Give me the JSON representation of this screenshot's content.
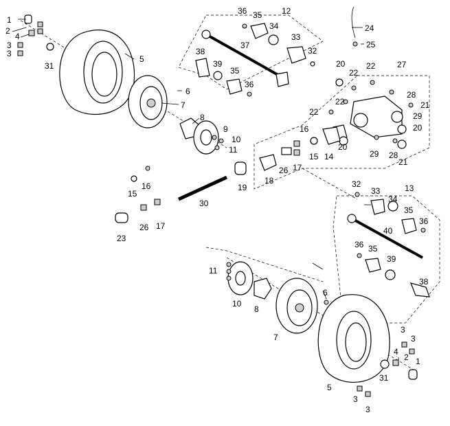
{
  "callouts": [
    {
      "id": "c1a",
      "text": "1"
    },
    {
      "id": "c2a",
      "text": "2"
    },
    {
      "id": "c3a",
      "text": "3"
    },
    {
      "id": "c3b",
      "text": "3"
    },
    {
      "id": "c4a",
      "text": "4"
    },
    {
      "id": "c31a",
      "text": "31"
    },
    {
      "id": "c5a",
      "text": "5"
    },
    {
      "id": "c6a",
      "text": "6"
    },
    {
      "id": "c7a",
      "text": "7"
    },
    {
      "id": "c8a",
      "text": "8"
    },
    {
      "id": "c9a",
      "text": "9"
    },
    {
      "id": "c10a",
      "text": "10"
    },
    {
      "id": "c11a",
      "text": "11"
    },
    {
      "id": "c12",
      "text": "12"
    },
    {
      "id": "c36a",
      "text": "36"
    },
    {
      "id": "c35a",
      "text": "35"
    },
    {
      "id": "c34a",
      "text": "34"
    },
    {
      "id": "c33a",
      "text": "33"
    },
    {
      "id": "c32a",
      "text": "32"
    },
    {
      "id": "c37",
      "text": "37"
    },
    {
      "id": "c38a",
      "text": "38"
    },
    {
      "id": "c39a",
      "text": "39"
    },
    {
      "id": "c35b",
      "text": "35"
    },
    {
      "id": "c36b",
      "text": "36"
    },
    {
      "id": "c24",
      "text": "24"
    },
    {
      "id": "c25",
      "text": "25"
    },
    {
      "id": "c27",
      "text": "27"
    },
    {
      "id": "c20a",
      "text": "20"
    },
    {
      "id": "c22a",
      "text": "22"
    },
    {
      "id": "c22b",
      "text": "22"
    },
    {
      "id": "c28a",
      "text": "28"
    },
    {
      "id": "c21a",
      "text": "21"
    },
    {
      "id": "c22c",
      "text": "22"
    },
    {
      "id": "c22d",
      "text": "22"
    },
    {
      "id": "c29a",
      "text": "29"
    },
    {
      "id": "c20b",
      "text": "20"
    },
    {
      "id": "c16a",
      "text": "16"
    },
    {
      "id": "c20c",
      "text": "20"
    },
    {
      "id": "c29b",
      "text": "29"
    },
    {
      "id": "c28b",
      "text": "28"
    },
    {
      "id": "c21b",
      "text": "21"
    },
    {
      "id": "c26a",
      "text": "26"
    },
    {
      "id": "c15a",
      "text": "15"
    },
    {
      "id": "c14",
      "text": "14"
    },
    {
      "id": "c17a",
      "text": "17"
    },
    {
      "id": "c18",
      "text": "18"
    },
    {
      "id": "c19",
      "text": "19"
    },
    {
      "id": "c30",
      "text": "30"
    },
    {
      "id": "c15b",
      "text": "15"
    },
    {
      "id": "c16b",
      "text": "16"
    },
    {
      "id": "c26b",
      "text": "26"
    },
    {
      "id": "c17b",
      "text": "17"
    },
    {
      "id": "c23",
      "text": "23"
    },
    {
      "id": "c32b",
      "text": "32"
    },
    {
      "id": "c13",
      "text": "13"
    },
    {
      "id": "c33b",
      "text": "33"
    },
    {
      "id": "c34b",
      "text": "34"
    },
    {
      "id": "c35c",
      "text": "35"
    },
    {
      "id": "c36c",
      "text": "36"
    },
    {
      "id": "c40",
      "text": "40"
    },
    {
      "id": "c36d",
      "text": "36"
    },
    {
      "id": "c35d",
      "text": "35"
    },
    {
      "id": "c39b",
      "text": "39"
    },
    {
      "id": "c38b",
      "text": "38"
    },
    {
      "id": "c11b",
      "text": "11"
    },
    {
      "id": "c10b",
      "text": "10"
    },
    {
      "id": "c8b",
      "text": "8"
    },
    {
      "id": "c6b",
      "text": "6"
    },
    {
      "id": "c7b",
      "text": "7"
    },
    {
      "id": "c5b",
      "text": "5"
    },
    {
      "id": "c31b",
      "text": "31"
    },
    {
      "id": "c4b",
      "text": "4"
    },
    {
      "id": "c2b",
      "text": "2"
    },
    {
      "id": "c1b",
      "text": "1"
    },
    {
      "id": "c3c",
      "text": "3"
    },
    {
      "id": "c3d",
      "text": "3"
    },
    {
      "id": "c3e",
      "text": "3"
    },
    {
      "id": "c3f",
      "text": "3"
    }
  ]
}
